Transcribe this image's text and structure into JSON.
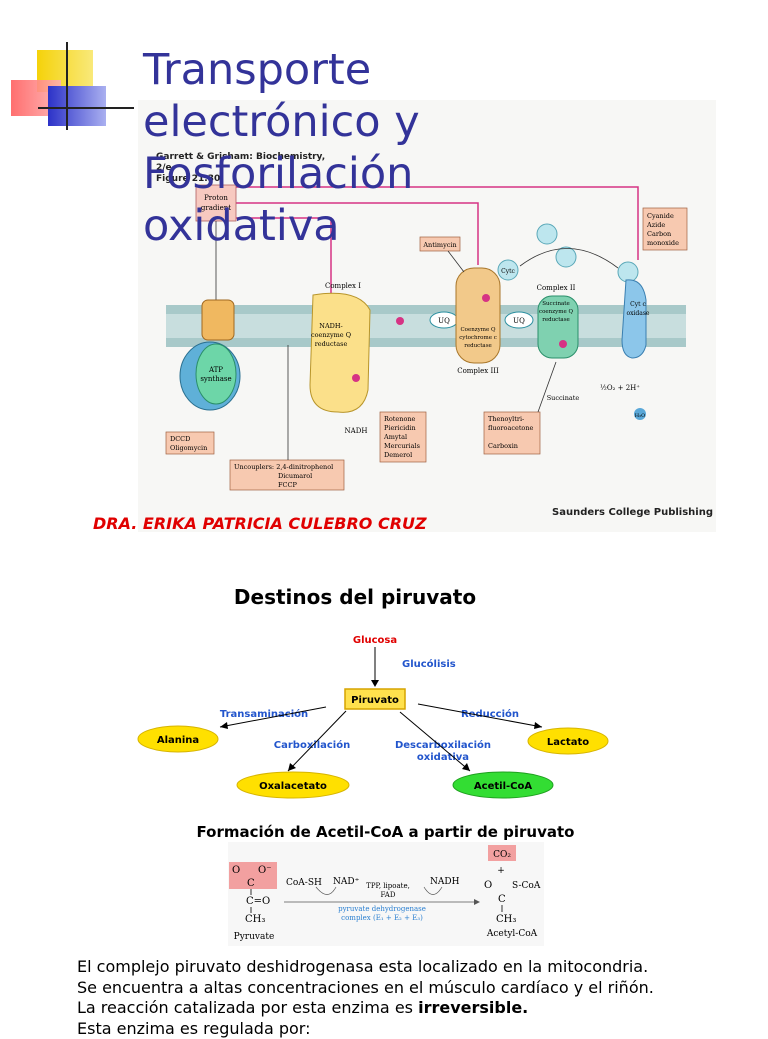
{
  "slide_top": {
    "title": "Transporte electrónico y Fosforilación oxidativa",
    "author": "DRA. ERIKA PATRICIA CULEBRO CRUZ",
    "figure": {
      "caption_lines": [
        "Garrett & Grisham: Biochemistry, 2/e",
        "Figure 21.30"
      ],
      "publisher": "Saunders College Publishing",
      "proton_gradient": [
        "Proton",
        "gradient"
      ],
      "complex_i": "Complex I",
      "complex_ii": "Complex II",
      "complex_iii": "Complex III",
      "nadh_reductase": [
        "NADH-",
        "coenzyme Q",
        "reductase"
      ],
      "succinate_reductase": [
        "Succinate",
        "coenzyme Q",
        "reductase"
      ],
      "coq_reductase": [
        "Coenzyme Q",
        "cytochrome c",
        "reductase"
      ],
      "cytc_oxidase": [
        "Cyt c",
        "oxidase"
      ],
      "atp_synthase": [
        "ATP",
        "synthase"
      ],
      "uq": "UQ",
      "cytc": "Cytc",
      "nadh": "NADH",
      "succinate": "Succinate",
      "oxygen_eq": "½O₂ + 2H⁺",
      "water": "H₂O",
      "antimycin": "Antimycin",
      "cyanide_box": [
        "Cyanide",
        "Azide",
        "Carbon",
        "monoxide"
      ],
      "dccd_box": [
        "DCCD",
        "Oligomycin"
      ],
      "uncouplers_box": [
        "Uncouplers: 2,4-dinitrophenol",
        "Dicumarol",
        "FCCP"
      ],
      "rotenone_box": [
        "Rotenone",
        "Piericidin",
        "Amytal",
        "Mercurials",
        "Demerol"
      ],
      "thenoyl_box": [
        "Thenoyltri-",
        "fluoroacetone",
        "",
        "Carboxin"
      ]
    }
  },
  "slide_bottom": {
    "heading": "Destinos del piruvato",
    "pathway": {
      "glucosa": "Glucosa",
      "glucolisis": "Glucólisis",
      "piruvato": "Piruvato",
      "transaminacion": "Transaminación",
      "reduccion": "Reducción",
      "alanina": "Alanina",
      "lactato": "Lactato",
      "carboxilacion": "Carboxilación",
      "descarboxilacion": [
        "Descarboxilación",
        "oxidativa"
      ],
      "oxalacetato": "Oxalacetato",
      "acetilcoa": "Acetil-CoA"
    },
    "reaction_heading": "Formación de Acetil-CoA a partir de piruvato",
    "reaction": {
      "pyruvate": "Pyruvate",
      "coash": "CoA-SH",
      "nadplus": "NAD⁺",
      "cofactors": [
        "TPP, lipoate,",
        "FAD"
      ],
      "nadh": "NADH",
      "co2": "CO₂",
      "plus": "+",
      "enzyme": [
        "pyruvate dehydrogenase",
        "complex (E₁ + E₂ + E₃)"
      ],
      "acetylcoa": "Acetyl-CoA",
      "scoa": "S-CoA",
      "ch3": "CH₃",
      "o_minus": "O⁻",
      "o": "O",
      "c": "C",
      "c_eq_o": "C=O"
    },
    "paragraph": {
      "line1": "El complejo piruvato deshidrogenasa esta localizado en la mitocondria.",
      "line2": "Se encuentra a altas concentraciones en el músculo cardíaco y el riñón.",
      "line3_prefix": "La reacción catalizada por esta enzima es ",
      "line3_bold": "irreversible.",
      "line4": "Esta enzima es regulada por:"
    }
  },
  "colors": {
    "title": "#333399",
    "author": "#e00000",
    "glucosa": "#e00000",
    "pathway_blue": "#2255cc",
    "piruvato_fill": "#ffe14d",
    "ellipse_yellow": "#ffe000",
    "ellipse_green": "#33dd33",
    "magenta": "#d63384"
  }
}
